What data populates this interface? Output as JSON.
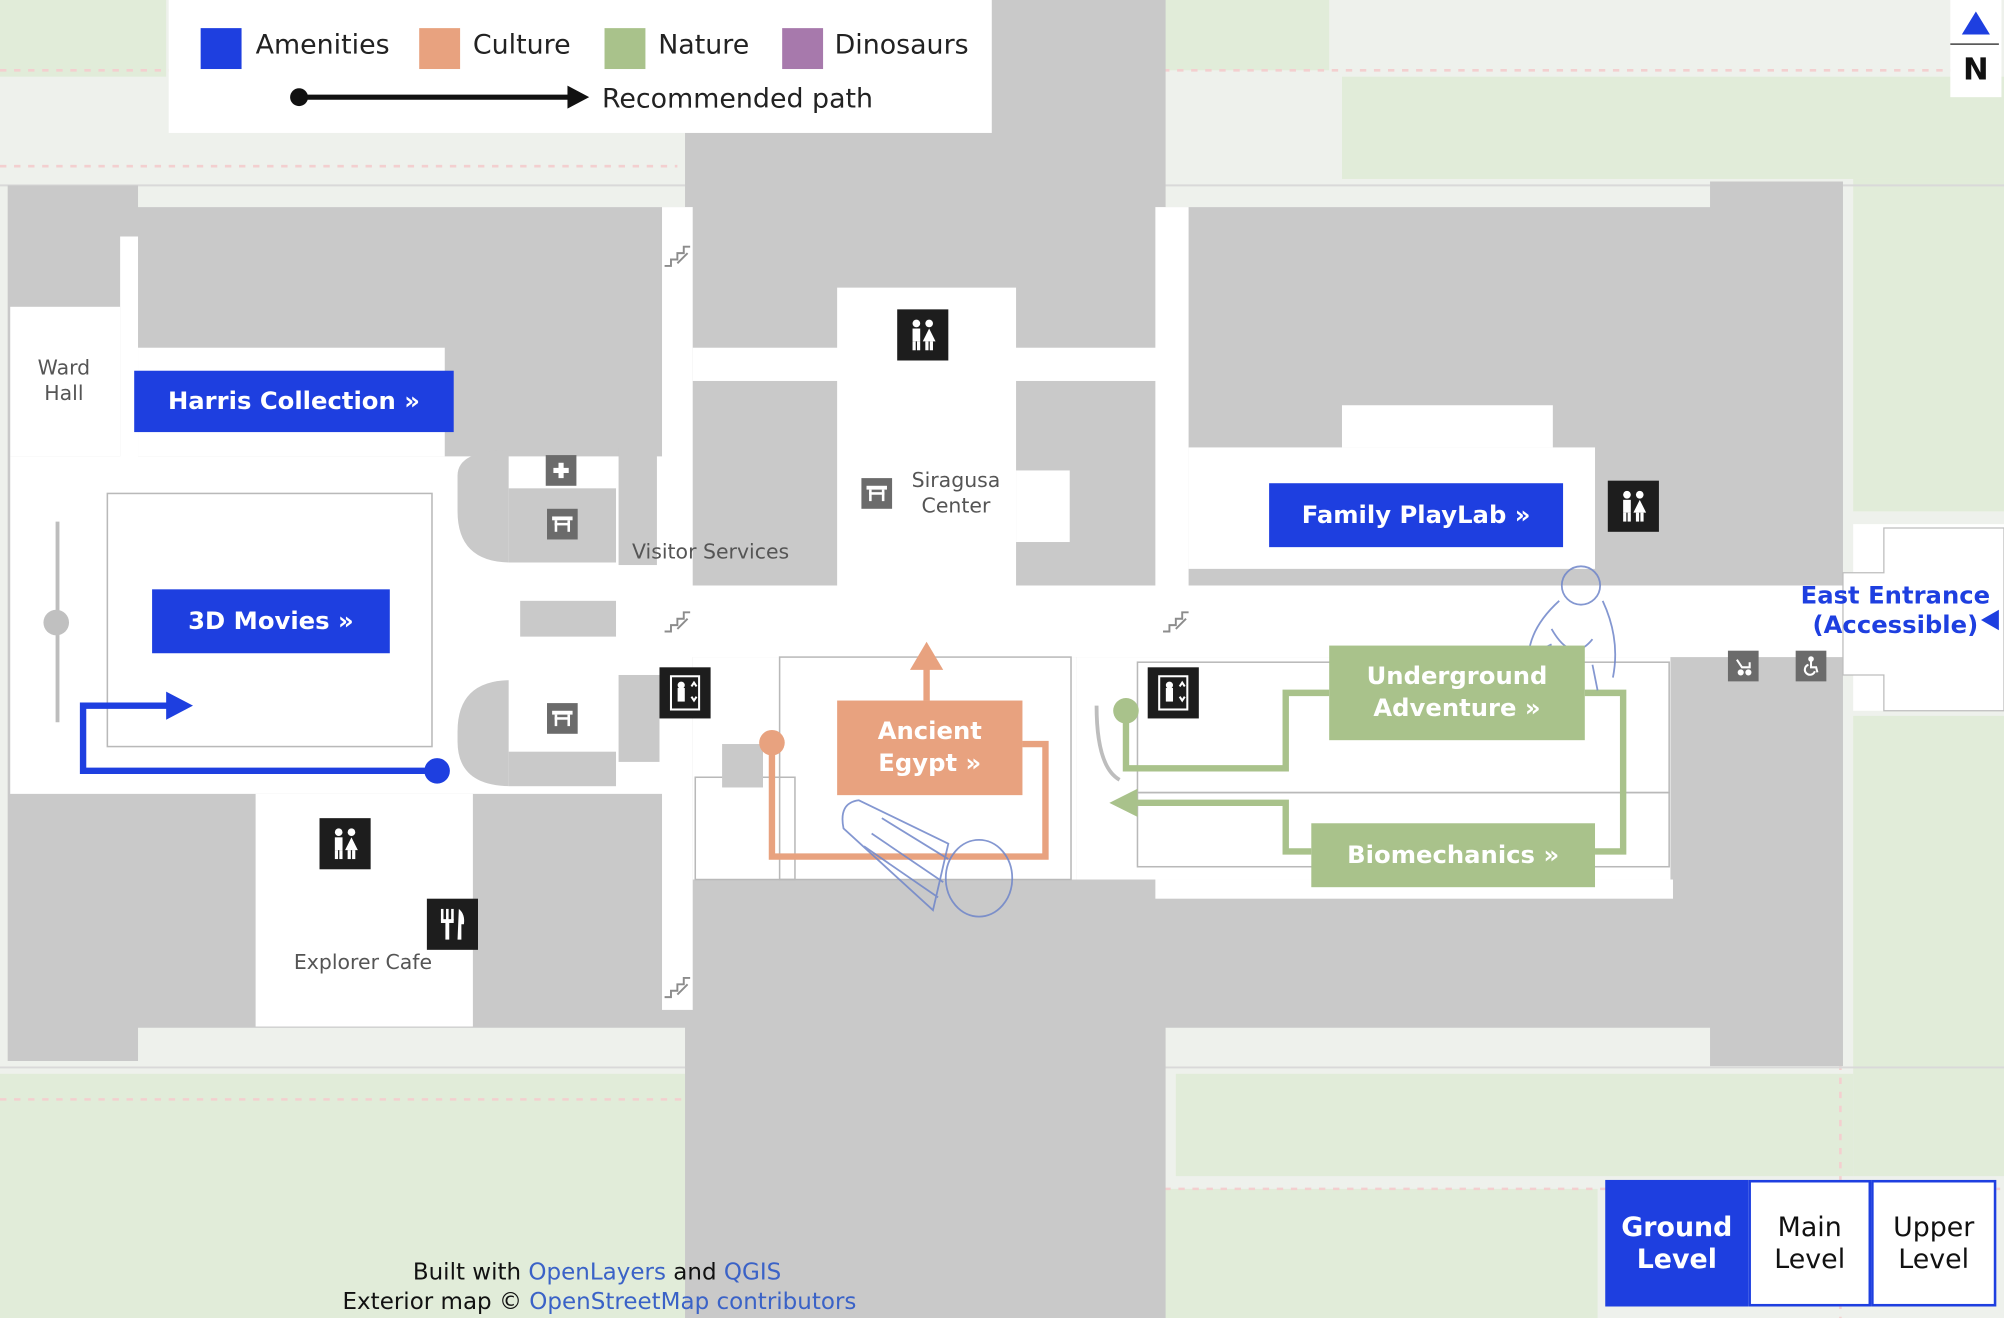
{
  "legend": {
    "amenities": "Amenities",
    "culture": "Culture",
    "nature": "Nature",
    "dinosaurs": "Dinosaurs",
    "path": "Recommended path"
  },
  "colors": {
    "amenities": "#1e3fe0",
    "culture": "#e8a27f",
    "nature": "#a9c28b",
    "dinosaurs": "#a779ac"
  },
  "compass": {
    "label": "N"
  },
  "rooms": {
    "ward_hall": "Ward\nHall",
    "siragusa": "Siragusa\nCenter",
    "visitor_services": "Visitor Services",
    "explorer_cafe": "Explorer Cafe"
  },
  "exhibits": {
    "harris": "Harris Collection »",
    "movies": "3D Movies »",
    "playlab": "Family PlayLab »",
    "egypt": "Ancient\nEgypt »",
    "underground": "Underground\nAdventure »",
    "biomechanics": "Biomechanics »"
  },
  "entrance": {
    "label": "East Entrance\n(Accessible)"
  },
  "icons": {
    "restroom": "restroom-icon",
    "first_aid": "first-aid-icon",
    "picnic": "picnic-table-icon",
    "elevator": "elevator-icon",
    "stairs": "stairs-icon",
    "dining": "fork-knife-icon",
    "stroller": "stroller-icon",
    "wheelchair": "wheelchair-icon"
  },
  "levels": {
    "ground": "Ground\nLevel",
    "main": "Main\nLevel",
    "upper": "Upper\nLevel",
    "active": "ground"
  },
  "credits": {
    "line1_prefix": "Built with ",
    "openlayers": "OpenLayers",
    "and": " and ",
    "qgis": "QGIS",
    "line2_prefix": "Exterior map © ",
    "osm": "OpenStreetMap contributors"
  }
}
